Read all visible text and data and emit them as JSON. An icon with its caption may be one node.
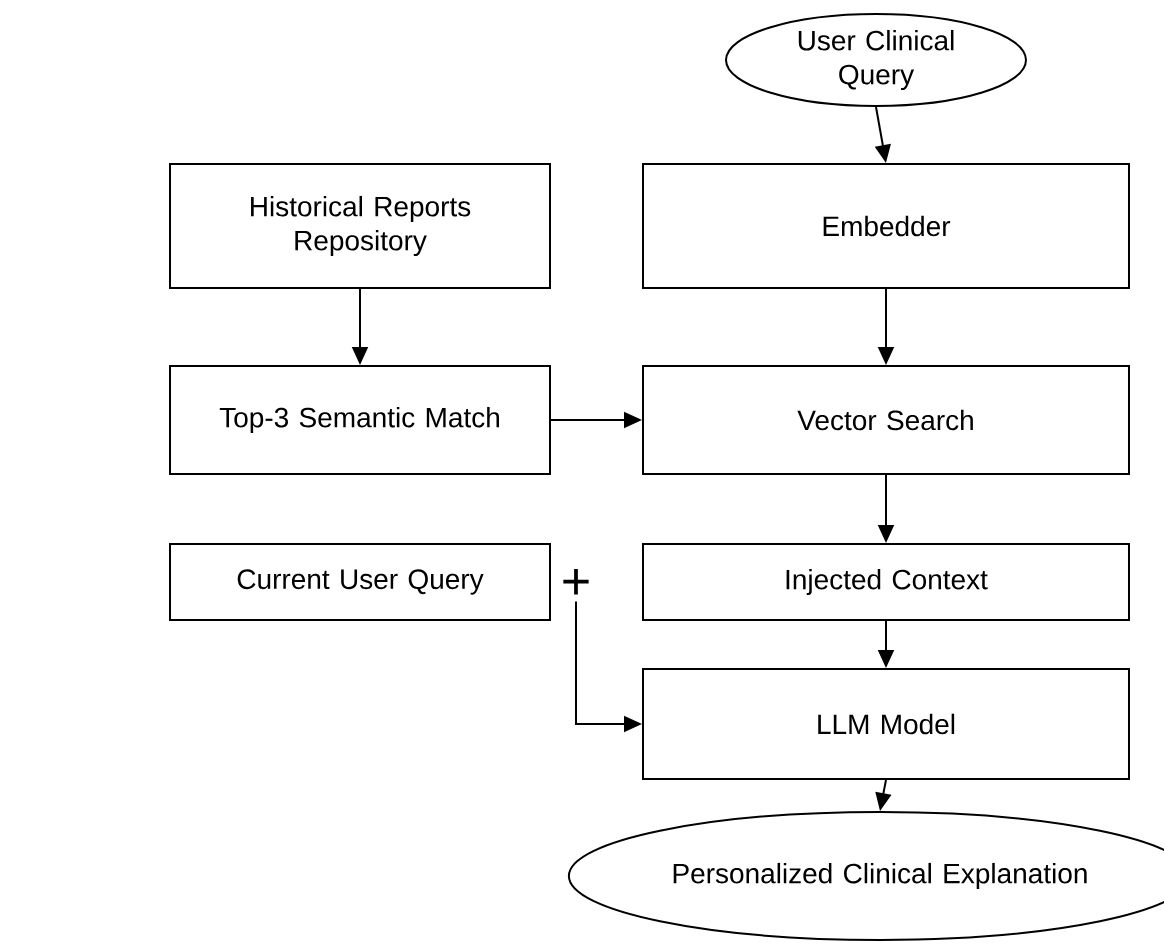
{
  "diagram": {
    "nodes": [
      {
        "text": [
          "User Clinical Query"
        ]
      },
      {
        "text": [
          "Historical Reports Repository"
        ]
      },
      {
        "text": [
          "Embedder"
        ]
      },
      {
        "text": [
          "Top-3 Semantic Match"
        ]
      },
      {
        "text": [
          "Vector Search"
        ]
      },
      {
        "text": [
          "Current User Query"
        ]
      },
      {
        "text": [
          "+"
        ]
      },
      {
        "text": [
          "Injected Context"
        ]
      },
      {
        "text": [
          "LLM Model"
        ]
      },
      {
        "text": [
          "Personalized Clinical Explanation"
        ]
      }
    ],
    "edges": [
      {
        "from": 0,
        "to": 2,
        "arrow": "to"
      },
      {
        "from": 1,
        "to": 3,
        "arrow": "to"
      },
      {
        "from": 3,
        "to": 4,
        "arrow": "to"
      },
      {
        "from": 2,
        "to": 4,
        "arrow": "to"
      },
      {
        "from": 4,
        "to": 7,
        "arrow": "to"
      },
      {
        "from": 7,
        "to": 8,
        "arrow": "to"
      },
      {
        "from": 6,
        "to": 8,
        "arrow": "to"
      },
      {
        "from": 8,
        "to": 9,
        "arrow": "to"
      }
    ]
  }
}
